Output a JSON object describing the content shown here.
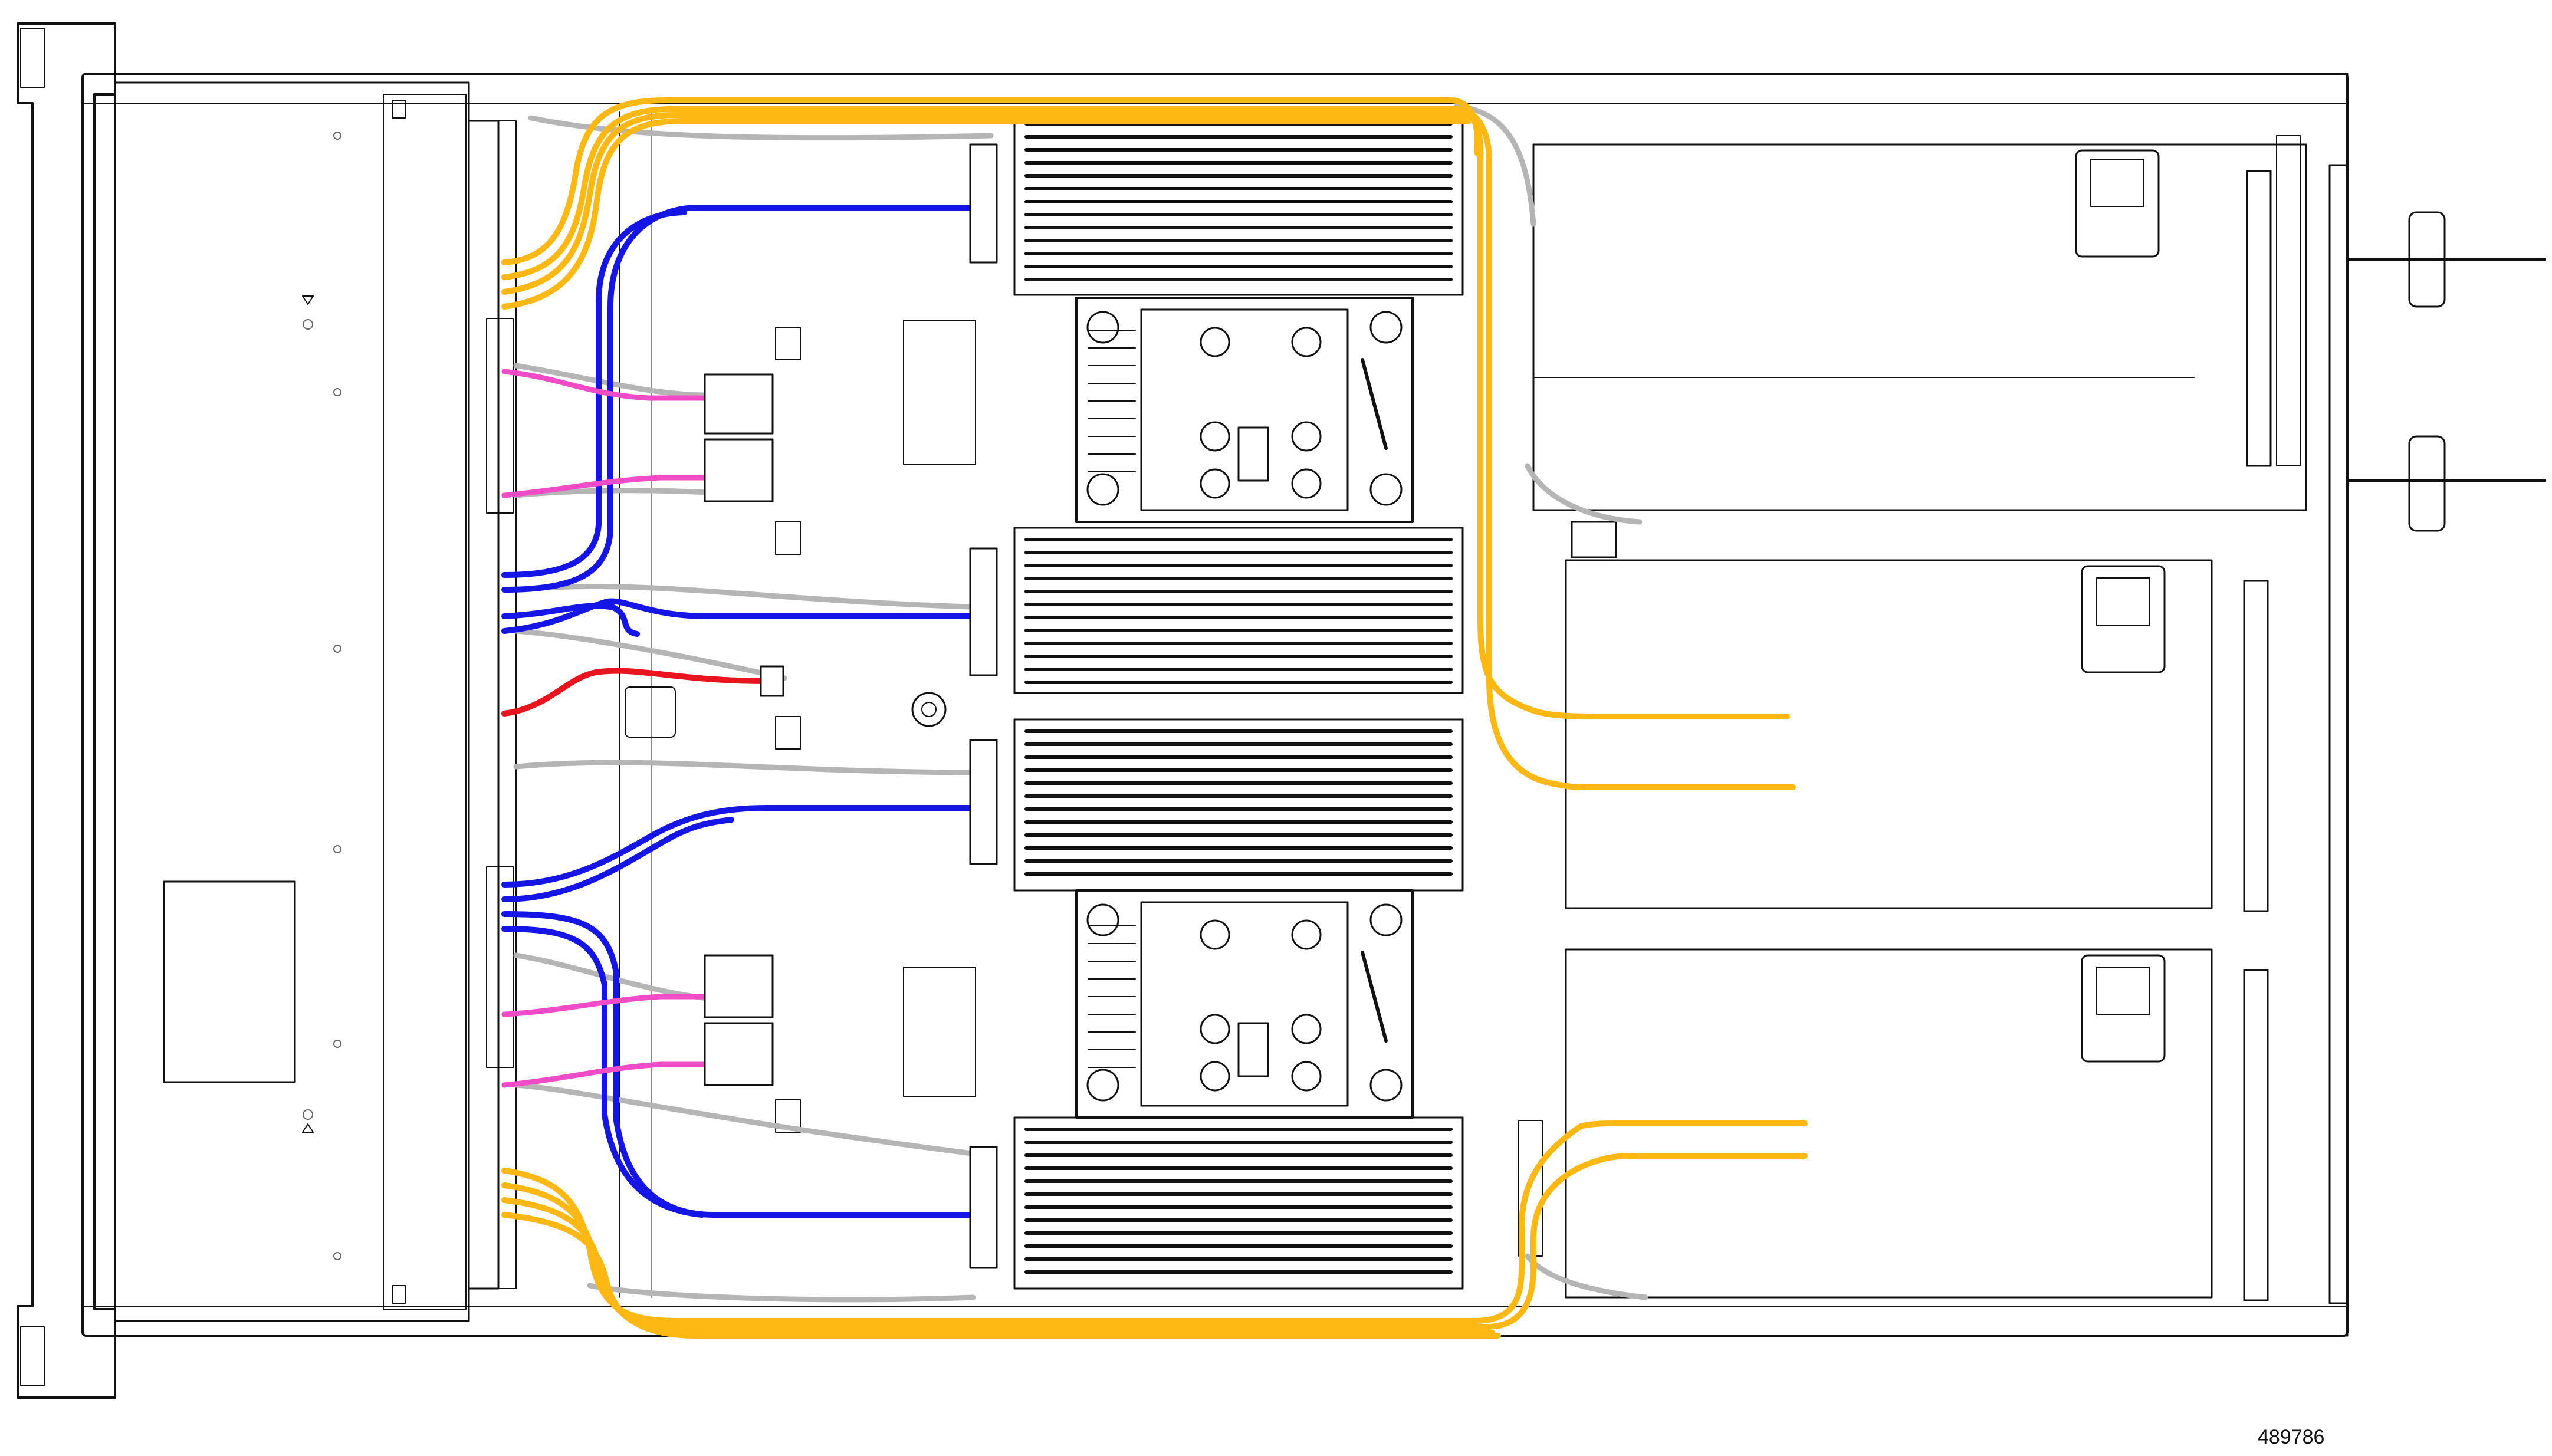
{
  "figure": {
    "id_label": "489786"
  },
  "colors": {
    "chassis_line": "#111111",
    "light_line": "#8a8a8a",
    "cable_gray": "#b5b5b5",
    "cable_orange": "#FDB813",
    "cable_blue": "#1515E6",
    "cable_magenta": "#F04CC8",
    "cable_red": "#E8141E"
  },
  "components": {
    "cpu_count": 2,
    "dimm_banks": 4,
    "pcie_risers": 3,
    "front_drive_bay": 1
  },
  "cables": {
    "orange": 4,
    "blue": 6,
    "magenta": 4,
    "red": 1
  }
}
